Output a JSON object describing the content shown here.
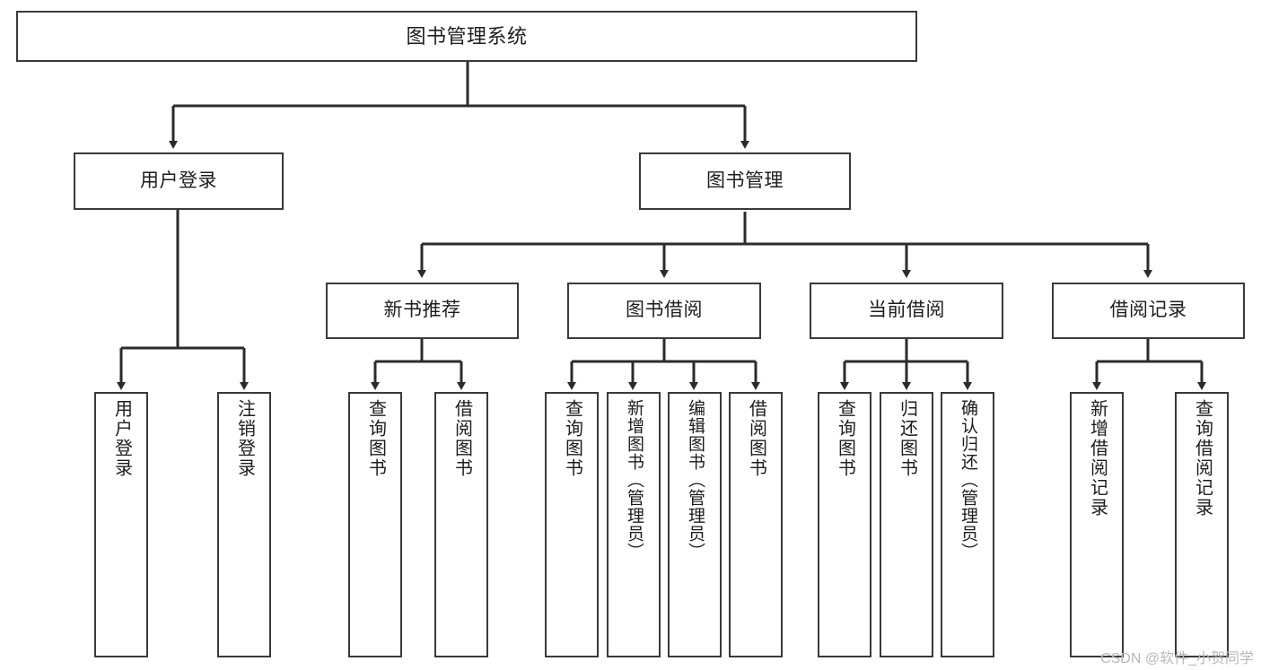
{
  "diagram": {
    "title": "图书管理系统",
    "type": "tree-structure-chart",
    "colors": {
      "box_border": "#3a3a3a",
      "box_fill": "#ffffff",
      "edge": "#2b2b2b",
      "text": "#1d1d1d",
      "watermark": "#b8b8b8"
    },
    "watermark": "CSDN @软件_小贺同学"
  },
  "nodes": {
    "root": {
      "label": "图书管理系统"
    },
    "level2": [
      {
        "label": "用户登录"
      },
      {
        "label": "图书管理"
      }
    ],
    "level3": [
      {
        "label": "新书推荐"
      },
      {
        "label": "图书借阅"
      },
      {
        "label": "当前借阅"
      },
      {
        "label": "借阅记录"
      }
    ],
    "leaves": {
      "user_login": [
        {
          "label": "用户登录"
        },
        {
          "label": "注销登录"
        }
      ],
      "new_book": [
        {
          "label": "查询图书"
        },
        {
          "label": "借阅图书"
        }
      ],
      "book_borrow": [
        {
          "label": "查询图书"
        },
        {
          "label": "新增图书（管理员）"
        },
        {
          "label": "编辑图书（管理员）"
        },
        {
          "label": "借阅图书"
        }
      ],
      "current_borrow": [
        {
          "label": "查询图书"
        },
        {
          "label": "归还图书"
        },
        {
          "label": "确认归还（管理员）"
        }
      ],
      "borrow_record": [
        {
          "label": "新增借阅记录"
        },
        {
          "label": "查询借阅记录"
        }
      ]
    }
  }
}
